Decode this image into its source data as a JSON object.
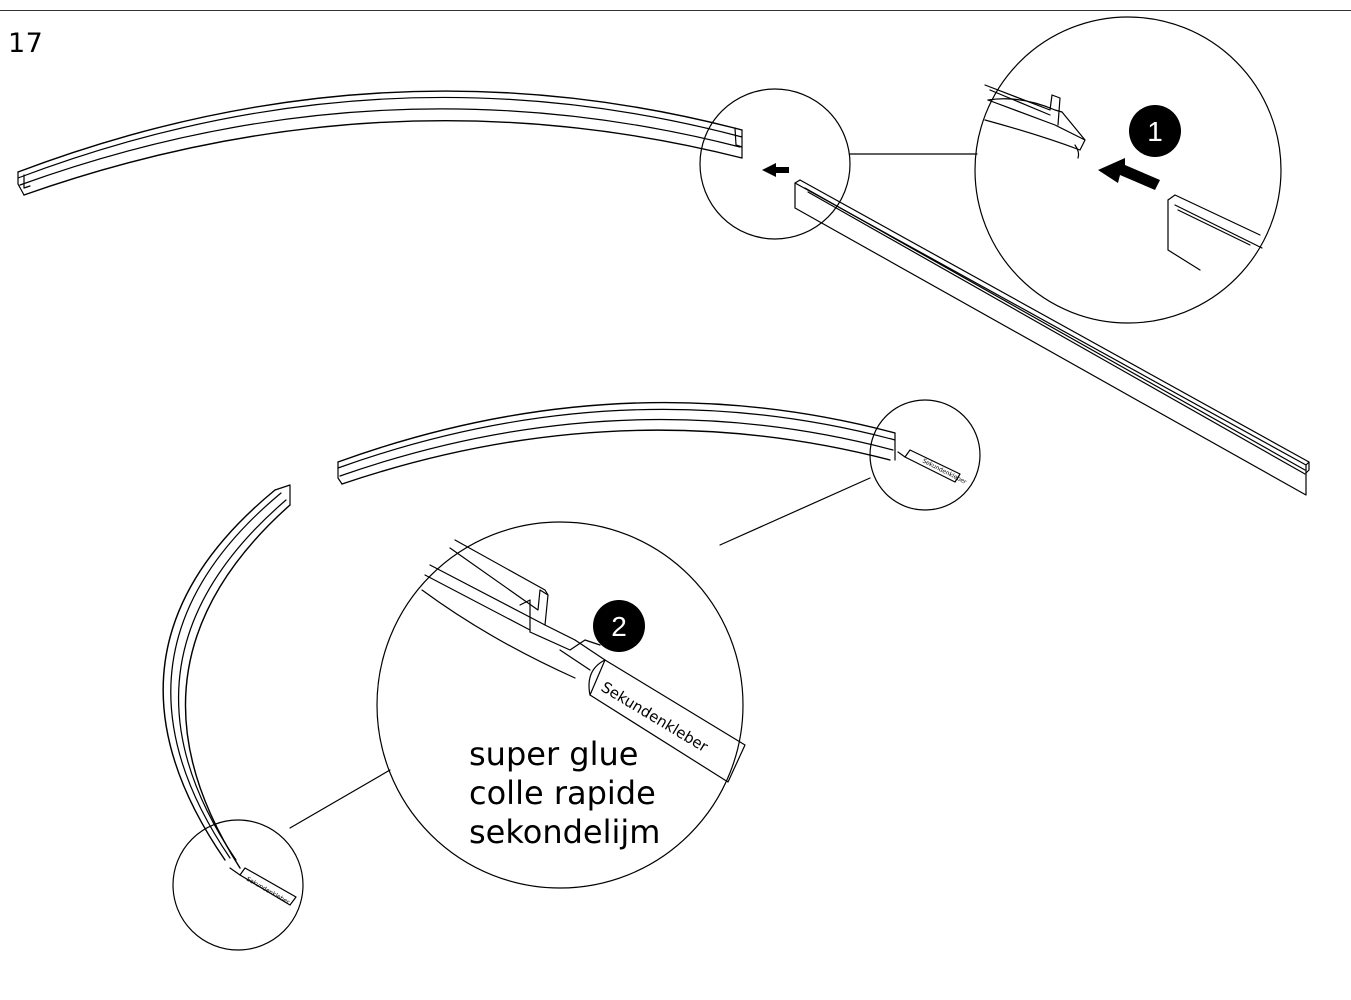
{
  "step": {
    "number": "17"
  },
  "callouts": {
    "one": "1",
    "two": "2"
  },
  "tube": {
    "label": "Sekundenkleber",
    "label_small": "Sekundenkleber"
  },
  "glue_labels": {
    "en": "super glue",
    "fr": "colle rapide",
    "nl": "sekondelijm"
  },
  "colors": {
    "line": "#000000",
    "background": "#ffffff"
  }
}
